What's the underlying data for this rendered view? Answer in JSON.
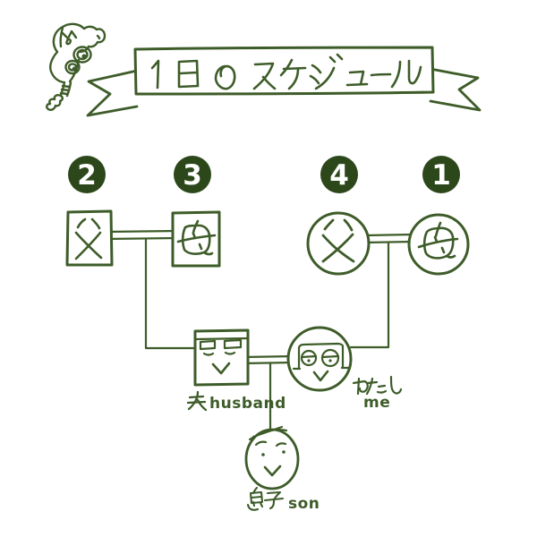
{
  "banner": {
    "title": "1日のスケジュール"
  },
  "mascot": {
    "icon": "bird-mascot-illustration"
  },
  "badges": {
    "husband_father": "2",
    "husband_mother": "3",
    "my_father": "4",
    "my_mother": "1"
  },
  "nodes": {
    "husband_father": {
      "label": "父"
    },
    "husband_mother": {
      "label": "母"
    },
    "my_father": {
      "label": "父"
    },
    "my_mother": {
      "label": "母"
    },
    "husband": {
      "label_ja": "夫",
      "label_en": "husband"
    },
    "me": {
      "label_ja": "わたし",
      "label_en": "me"
    },
    "son": {
      "label_ja": "息子",
      "label_en": "son"
    }
  },
  "colors": {
    "ink": "#3e5c29",
    "badge_fill": "#2c481b",
    "paper": "#ffffff"
  }
}
